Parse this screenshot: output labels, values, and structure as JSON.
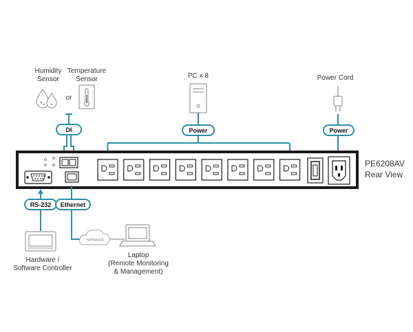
{
  "labels": {
    "humidity_line1": "Humidity",
    "humidity_line2": "Sensor",
    "temperature_line1": "Temperature",
    "temperature_line2": "Sensor",
    "or": "or",
    "pc": "PC x 8",
    "power_cord": "Power Cord",
    "device_line1": "PE6208AV",
    "device_line2": "Rear View",
    "hardware_line1": "Hardware /",
    "hardware_line2": "Software Controller",
    "laptop_line1": "Laptop",
    "laptop_line2": "(Remote Monitoring",
    "laptop_line3": "& Management)",
    "network": "Network"
  },
  "tags": {
    "di": "DI",
    "power_outlets": "Power",
    "power_input": "Power",
    "rs232": "RS-232",
    "ethernet": "Ethernet"
  },
  "outlet_count": 8,
  "colors": {
    "accent": "#2b8fa6",
    "device_outline": "#1a1a1a",
    "icon_gray": "#9a9a9a"
  }
}
